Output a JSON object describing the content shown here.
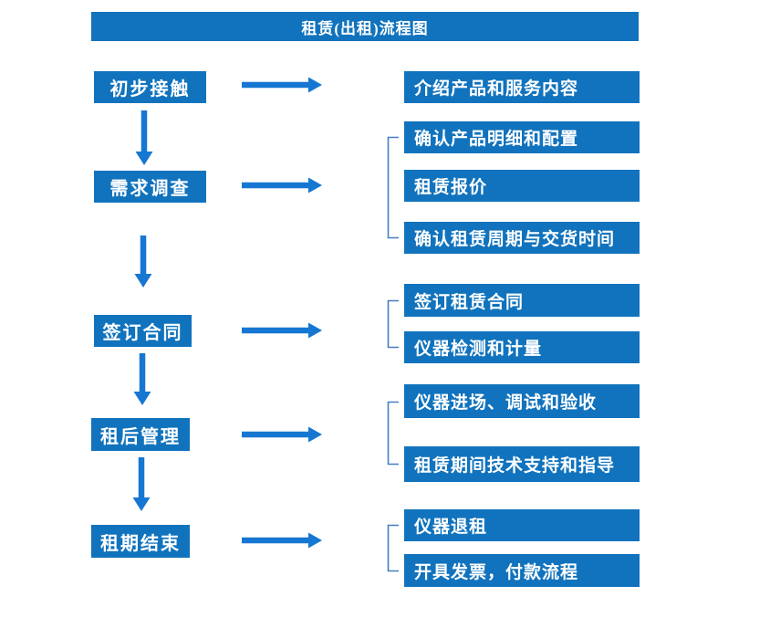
{
  "title": "租赁(出租)流程图",
  "colors": {
    "box_blue": "#1173bd",
    "arrow_blue": "#1677d2",
    "bracket_blue": "#447fc1",
    "text_white": "#ffffff",
    "background": "#ffffff"
  },
  "flow": {
    "stages": [
      {
        "label": "初步接触",
        "outputs": [
          "介绍产品和服务内容"
        ]
      },
      {
        "label": "需求调查",
        "outputs": [
          "确认产品明细和配置",
          "租赁报价",
          "确认租赁周期与交货时间"
        ]
      },
      {
        "label": "签订合同",
        "outputs": [
          "签订租赁合同",
          "仪器检测和计量"
        ]
      },
      {
        "label": "租后管理",
        "outputs": [
          "仪器进场、调试和验收",
          "租赁期间技术支持和指导"
        ]
      },
      {
        "label": "租期结束",
        "outputs": [
          "仪器退租",
          "开具发票，付款流程"
        ]
      }
    ]
  }
}
